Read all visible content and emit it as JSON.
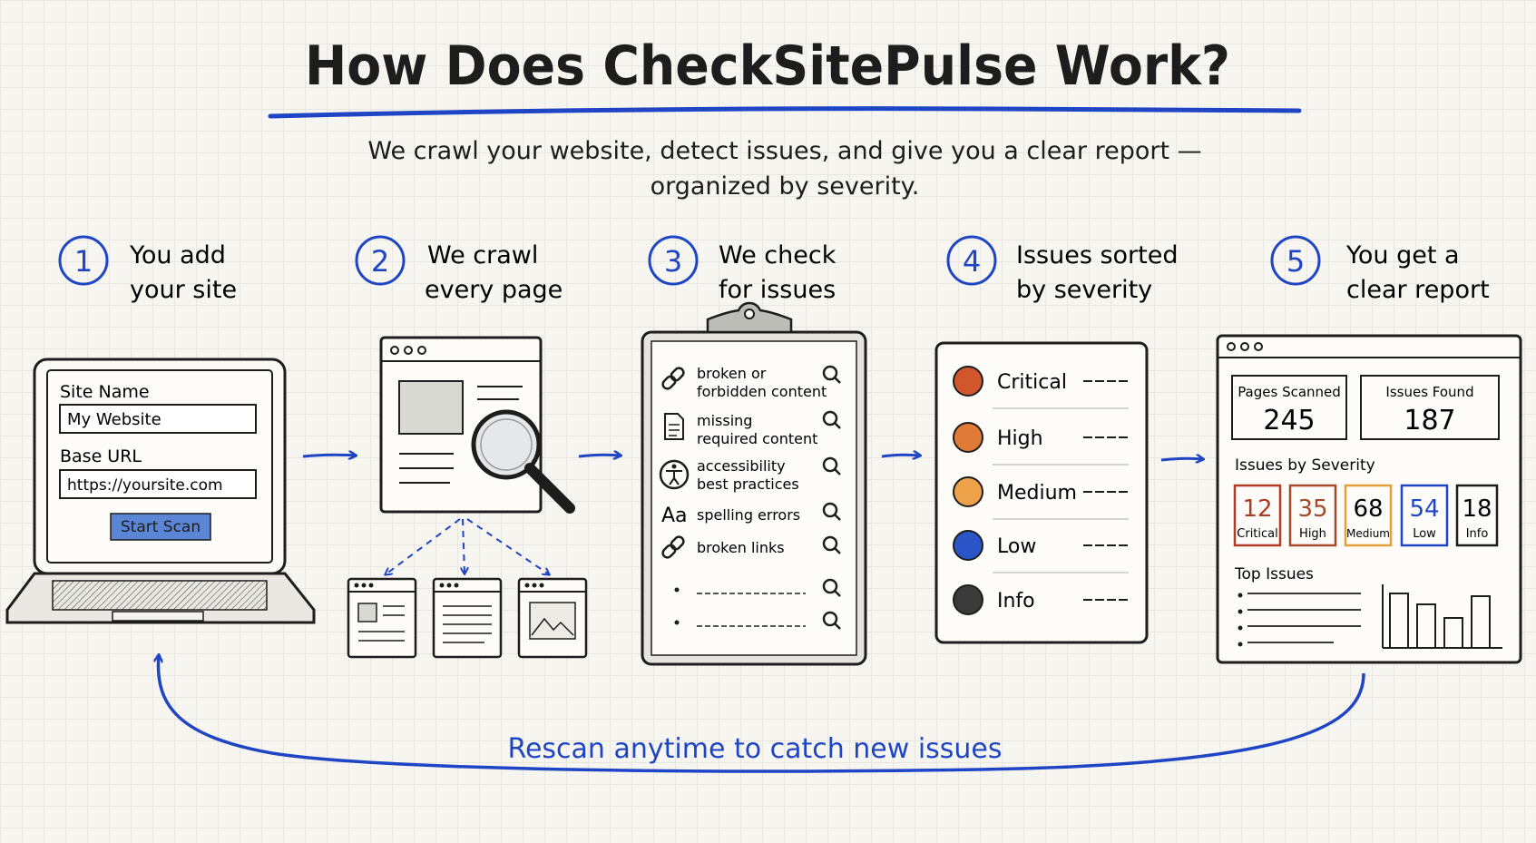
{
  "title": "How Does CheckSitePulse Work?",
  "subtitle_line1": "We crawl your website, detect issues, and give you a clear report —",
  "subtitle_line2": "organized by severity.",
  "colors": {
    "accent": "#1f45c4",
    "ink": "#1d1d1d",
    "critical": "#d1562e",
    "high": "#e07a37",
    "medium": "#eda24a",
    "low": "#2955c9",
    "info": "#3a3a3a"
  },
  "steps": [
    {
      "number": "1",
      "line1": "You add",
      "line2": "your site"
    },
    {
      "number": "2",
      "line1": "We crawl",
      "line2": "every page"
    },
    {
      "number": "3",
      "line1": "We check",
      "line2": "for issues"
    },
    {
      "number": "4",
      "line1": "Issues sorted",
      "line2": "by severity"
    },
    {
      "number": "5",
      "line1": "You get a",
      "line2": "clear report"
    }
  ],
  "form": {
    "site_name_label": "Site Name",
    "site_name_value": "My Website",
    "base_url_label": "Base URL",
    "base_url_value": "https://yoursite.com",
    "start_button": "Start Scan"
  },
  "checks": [
    {
      "icon": "link-icon",
      "line1": "broken or",
      "line2": "forbidden content"
    },
    {
      "icon": "document-icon",
      "line1": "missing",
      "line2": "required content"
    },
    {
      "icon": "accessibility-icon",
      "line1": "accessibility",
      "line2": "best practices"
    },
    {
      "icon": "text-aa-icon",
      "glyph": "Aa",
      "line1": "spelling errors",
      "line2": ""
    },
    {
      "icon": "link-icon",
      "line1": "broken links",
      "line2": ""
    }
  ],
  "severities": [
    {
      "label": "Critical",
      "color": "#d1562e"
    },
    {
      "label": "High",
      "color": "#e07a37"
    },
    {
      "label": "Medium",
      "color": "#eda24a"
    },
    {
      "label": "Low",
      "color": "#2955c9"
    },
    {
      "label": "Info",
      "color": "#3a3a3a"
    }
  ],
  "report": {
    "pages_scanned_label": "Pages Scanned",
    "pages_scanned_value": "245",
    "issues_found_label": "Issues Found",
    "issues_found_value": "187",
    "severity_heading": "Issues by Severity",
    "counts": [
      {
        "value": "12",
        "label": "Critical",
        "color": "#b03a26"
      },
      {
        "value": "35",
        "label": "High",
        "color": "#a24a2a"
      },
      {
        "value": "68",
        "label": "Medium",
        "color": "#1d1d1d",
        "border": "#e5a03b"
      },
      {
        "value": "54",
        "label": "Low",
        "color": "#1f45c4"
      },
      {
        "value": "18",
        "label": "Info",
        "color": "#1d1d1d"
      }
    ],
    "top_issues_heading": "Top Issues",
    "top_issue_bars": [
      1.0,
      0.8,
      0.55,
      0.95
    ]
  },
  "loop_caption": "Rescan anytime to catch new issues"
}
